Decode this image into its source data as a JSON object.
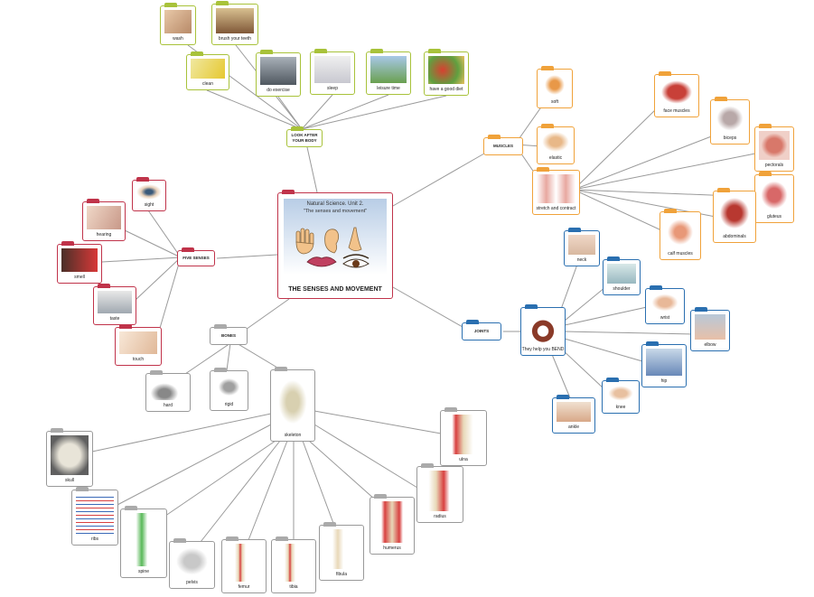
{
  "central": {
    "title_line1": "Natural Science. Unit 2.",
    "title_line2": "\"The senses and movement\"",
    "main_title": "THE SENSES AND MOVEMENT"
  },
  "look_after": {
    "label": "LOOK AFTER YOUR BODY",
    "items": [
      "wash",
      "brush your teeth",
      "clean",
      "do exercise",
      "sleep",
      "leisure time",
      "have a good diet"
    ]
  },
  "five_senses": {
    "label": "FIVE SENSES",
    "items": [
      "sight",
      "hearing",
      "smell",
      "taste",
      "touch"
    ]
  },
  "muscles": {
    "label": "MUSCLES",
    "items": [
      "soft",
      "elastic",
      "stretch and contract"
    ],
    "types": [
      "face muscles",
      "biceps",
      "pectorals",
      "gluteus",
      "abdominals",
      "calf muscles"
    ]
  },
  "joints": {
    "label": "JOINTS",
    "bend_label": "They help you BEND",
    "items": [
      "neck",
      "shoulder",
      "wrist",
      "elbow",
      "hip",
      "knee",
      "ankle"
    ]
  },
  "bones": {
    "label": "BONES",
    "items": [
      "hard",
      "rigid"
    ],
    "skeleton_label": "skeleton",
    "skeleton_parts": [
      "skull",
      "ribs",
      "spine",
      "pelvis",
      "femur",
      "tibia",
      "fibula",
      "humerus",
      "radius",
      "ulna"
    ]
  },
  "colors": {
    "look_after": "#a8c23a",
    "muscles": "#f0a23a",
    "senses": "#c0334a",
    "joints": "#2a6fb0",
    "bones": "#999999"
  }
}
